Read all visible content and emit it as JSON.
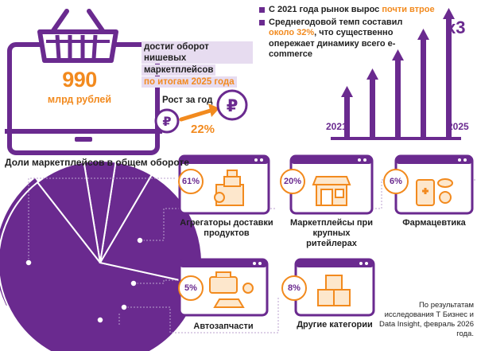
{
  "hero": {
    "value": "990",
    "unit": "млрд рублей",
    "desc_lines": [
      "достиг оборот нишевых",
      "маркетплейсов",
      "по итогам 2025 года"
    ],
    "growth_label": "Рост за год",
    "growth_value": "22%"
  },
  "trend": {
    "bullets": [
      {
        "text": "С 2021 года рынок вырос ",
        "highlight": "почти втрое",
        "rest": ""
      },
      {
        "text": "Среднегодовой темп составил ",
        "highlight": "около 32%",
        "rest": ", что существенно опережает динамику всего e-commerce"
      }
    ],
    "multiplier": "x3",
    "year_start": "2021",
    "year_end": "2025"
  },
  "shares": {
    "title": "Доли маркетплейсов в общем обороте",
    "categories": [
      {
        "pct": "61%",
        "label": "Агрегаторы доставки продуктов",
        "icon": "grocery-bags-icon"
      },
      {
        "pct": "20%",
        "label": "Маркетплейсы при крупных ритейлерах",
        "icon": "storefront-icon"
      },
      {
        "pct": "6%",
        "label": "Фармацевтика",
        "icon": "pharmacy-icon"
      },
      {
        "pct": "5%",
        "label": "Автозапчасти",
        "icon": "car-parts-icon"
      },
      {
        "pct": "8%",
        "label": "Другие категории",
        "icon": "parcel-boxes-icon"
      }
    ],
    "pie_values": [
      61,
      20,
      6,
      5,
      8
    ]
  },
  "footnote": "По результатам исследования Т Бизнес и Data Insight, февраль 2026 года.",
  "colors": {
    "purple": "#6a2a8f",
    "orange": "#f28a1e",
    "lavender": "#e7dcf0"
  }
}
